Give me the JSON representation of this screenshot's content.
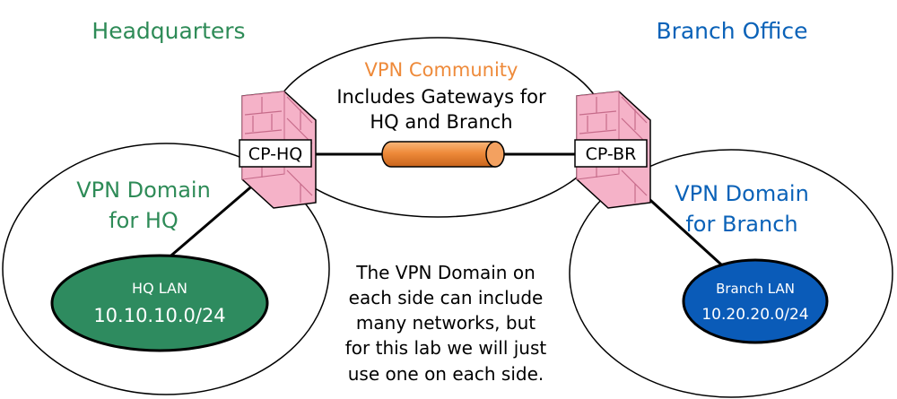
{
  "sites": {
    "hq_title": "Headquarters",
    "branch_title": "Branch Office"
  },
  "community": {
    "title": "VPN Community",
    "desc_line1": "Includes Gateways for",
    "desc_line2": "HQ and Branch"
  },
  "gateways": {
    "hq_label": "CP-HQ",
    "br_label": "CP-BR"
  },
  "domains": {
    "hq_line1": "VPN Domain",
    "hq_line2": "for HQ",
    "br_line1": "VPN Domain",
    "br_line2": "for Branch"
  },
  "lans": {
    "hq_name": "HQ LAN",
    "hq_subnet": "10.10.10.0/24",
    "br_name": "Branch LAN",
    "br_subnet": "10.20.20.0/24"
  },
  "note": {
    "line1": "The VPN Domain on",
    "line2": "each side can include",
    "line3": "many networks, but",
    "line4": "for this lab we will just",
    "line5": "use one on each side."
  },
  "colors": {
    "hq_green": "#2e8b57",
    "branch_blue": "#0a62b8",
    "community_orange": "#ee8a3a",
    "firewall_pink": "#f5b2c8",
    "hq_lan_fill": "#2e8b5f",
    "branch_lan_fill": "#0a5bb8"
  }
}
